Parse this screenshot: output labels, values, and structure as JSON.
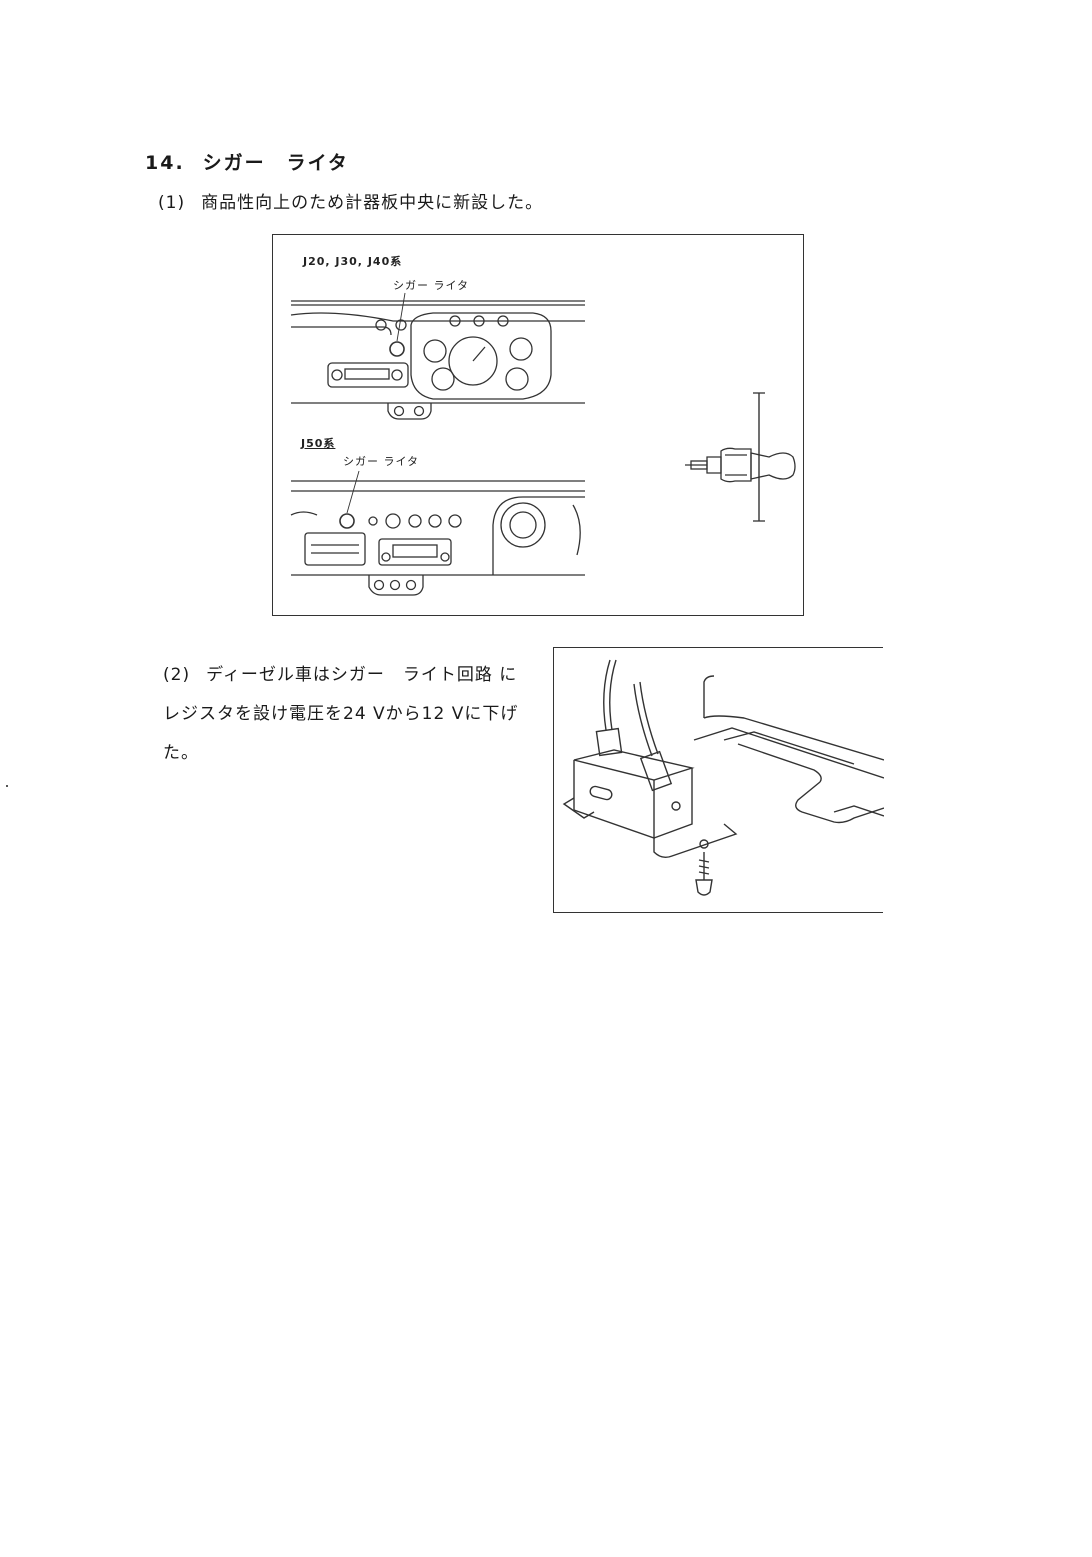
{
  "section": {
    "number": "14.",
    "title": "シガー　ライタ"
  },
  "item1": {
    "number": "(1)",
    "text": "商品性向上のため計器板中央に新設した。"
  },
  "figure1": {
    "upper_model_label": "J20, J30, J40系",
    "upper_callout": "シガー ライタ",
    "lower_model_label": "J50系",
    "lower_callout": "シガー ライタ"
  },
  "item2": {
    "number": "(2)",
    "text": "ディーゼル車はシガー　ライト回路 にレジスタを設け電圧を24 Vから12 Vに下げた。"
  },
  "icons": {
    "cigar_lighter": "cigar-lighter-icon",
    "resistor": "resistor-icon"
  }
}
